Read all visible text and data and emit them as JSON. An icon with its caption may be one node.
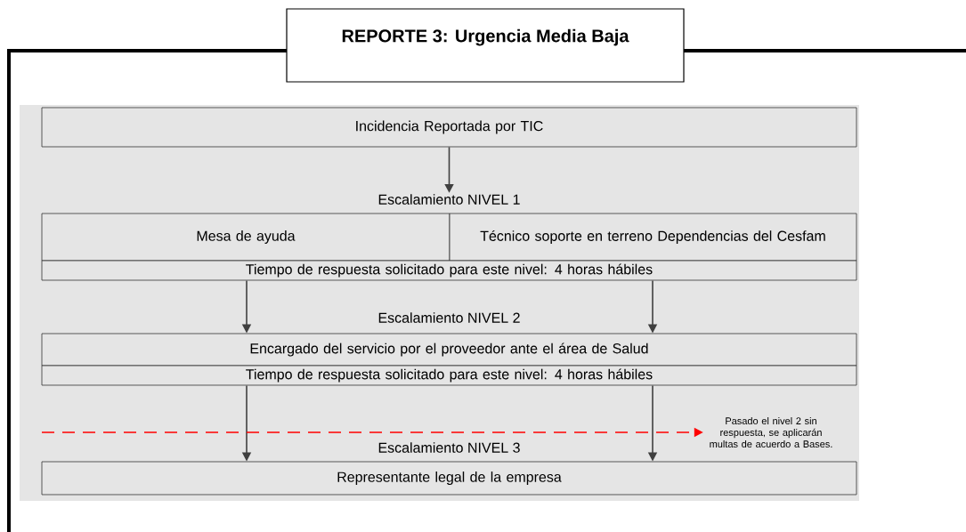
{
  "diagram": {
    "nodes": [
      {
        "text": [
          "REPORTE 3: Urgencia Media Baja"
        ]
      },
      {
        "text": [
          "Incidencia Reportada por TIC"
        ]
      },
      {
        "text": [
          "Escalamiento NIVEL 1"
        ]
      },
      {
        "text": [
          "Mesa de ayuda"
        ]
      },
      {
        "text": [
          "Técnico soporte en terreno Dependencias del Cesfam"
        ]
      },
      {
        "text": [
          "Tiempo de respuesta solicitado para este nivel: 4 horas hábiles"
        ]
      },
      {
        "text": [
          "Escalamiento NIVEL 2"
        ]
      },
      {
        "text": [
          "Encargado del servicio por el proveedor ante el área de Salud"
        ]
      },
      {
        "text": [
          "Tiempo de respuesta solicitado para este nivel: 4 horas hábiles"
        ]
      },
      {
        "text": [
          "Escalamiento NIVEL 3"
        ]
      },
      {
        "text": [
          "Representante legal de la empresa"
        ]
      },
      {
        "text": [
          "Pasado el nivel 2 sin respuesta, se aplicarán multas de acuerdo a Bases."
        ]
      }
    ],
    "edges": [
      {
        "from": 1,
        "to": 2,
        "arrow": "to"
      },
      {
        "from": 5,
        "to": 7,
        "arrow": "to"
      },
      {
        "from": 5,
        "to": 7,
        "arrow": "to"
      },
      {
        "from": 8,
        "to": 10,
        "arrow": "to"
      },
      {
        "from": 8,
        "to": 10,
        "arrow": "to"
      },
      {
        "from": null,
        "to": 11,
        "arrow": "to",
        "style": "dashed",
        "color": "#ff0000"
      }
    ]
  }
}
